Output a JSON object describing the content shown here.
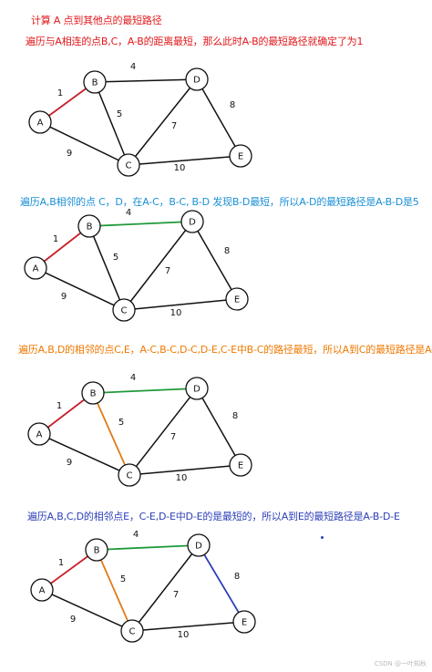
{
  "captions": {
    "title": "计算 A 点到其他点的最短路径",
    "step1": "遍历与A相连的点B,C，A-B的距离最短，那么此时A-B的最短路径就确定了为1",
    "step2": "遍历A,B相邻的点 C，D，在A-C，B-C, B-D 发现B-D最短，所以A-D的最短路径是A-B-D是5",
    "step3": "遍历A,B,D的相邻的点C,E，A-C,B-C,D-C,D-E,C-E中B-C的路径最短，所以A到C的最短路径是A-B-C",
    "step4": "遍历A,B,C,D的相邻点E，C-E,D-E中D-E的是最短的，所以A到E的最短路径是A-B-D-E"
  },
  "graph": {
    "nodes": [
      "A",
      "B",
      "C",
      "D",
      "E"
    ],
    "edges": [
      {
        "from": "A",
        "to": "B",
        "weight": "1"
      },
      {
        "from": "A",
        "to": "C",
        "weight": "9"
      },
      {
        "from": "B",
        "to": "C",
        "weight": "5"
      },
      {
        "from": "B",
        "to": "D",
        "weight": "4"
      },
      {
        "from": "C",
        "to": "D",
        "weight": "7"
      },
      {
        "from": "C",
        "to": "E",
        "weight": "10"
      },
      {
        "from": "D",
        "to": "E",
        "weight": "8"
      }
    ]
  },
  "panels": [
    {
      "highlight": {
        "A-B": "#c8202a"
      }
    },
    {
      "highlight": {
        "A-B": "#c8202a",
        "B-D": "#1f9a3a"
      }
    },
    {
      "highlight": {
        "A-B": "#c8202a",
        "B-D": "#1f9a3a",
        "B-C": "#e07b1a"
      }
    },
    {
      "highlight": {
        "A-B": "#c8202a",
        "B-D": "#1f9a3a",
        "B-C": "#e07b1a",
        "D-E": "#2e3fb5"
      }
    }
  ],
  "watermark": "CSDN @一叶知秋"
}
